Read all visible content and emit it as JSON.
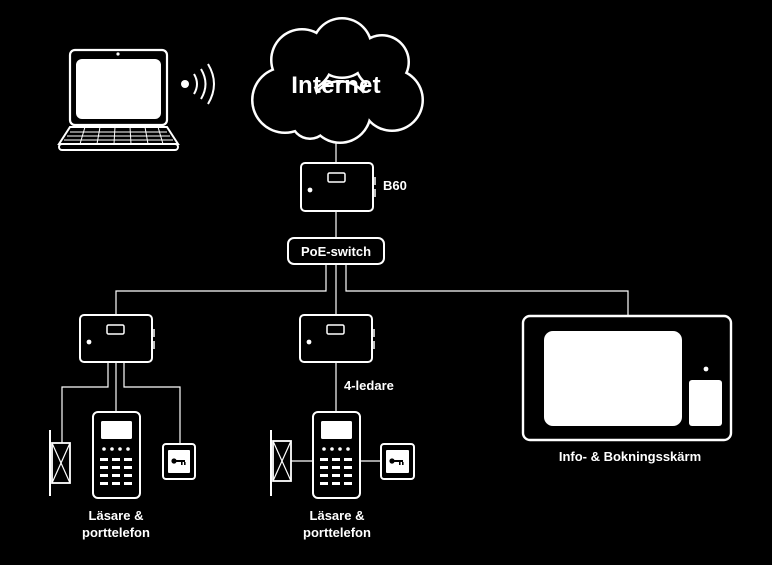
{
  "cloud": {
    "label": "Internet"
  },
  "gateway": {
    "label": "B60"
  },
  "switch": {
    "label": "PoE-switch"
  },
  "wiring": {
    "label": "4-ledare"
  },
  "readers": [
    {
      "line1": "Läsare &",
      "line2": "porttelefon"
    },
    {
      "line1": "Läsare &",
      "line2": "porttelefon"
    }
  ],
  "display": {
    "label": "Info- & Bokningsskärm"
  },
  "colors": {
    "background": "#000000",
    "foreground": "#ffffff"
  },
  "icons": [
    "laptop-icon",
    "wifi-signal-icon",
    "cloud-icon",
    "controller-icon",
    "reader-keypad-icon",
    "door-icon",
    "exit-button-icon",
    "info-screen-icon"
  ]
}
